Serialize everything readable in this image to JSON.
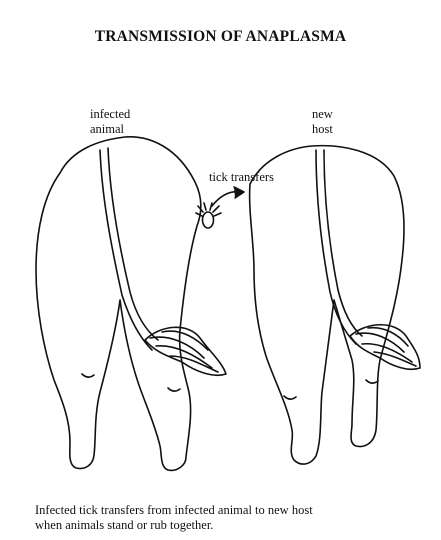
{
  "title": "TRANSMISSION OF ANAPLASMA",
  "labels": {
    "infected_animal": [
      "infected",
      "animal"
    ],
    "new_host": [
      "new",
      "host"
    ],
    "tick_transfers": "tick transfers"
  },
  "caption": [
    "Infected tick transfers from infected animal to new host",
    "when animals stand or rub together."
  ]
}
